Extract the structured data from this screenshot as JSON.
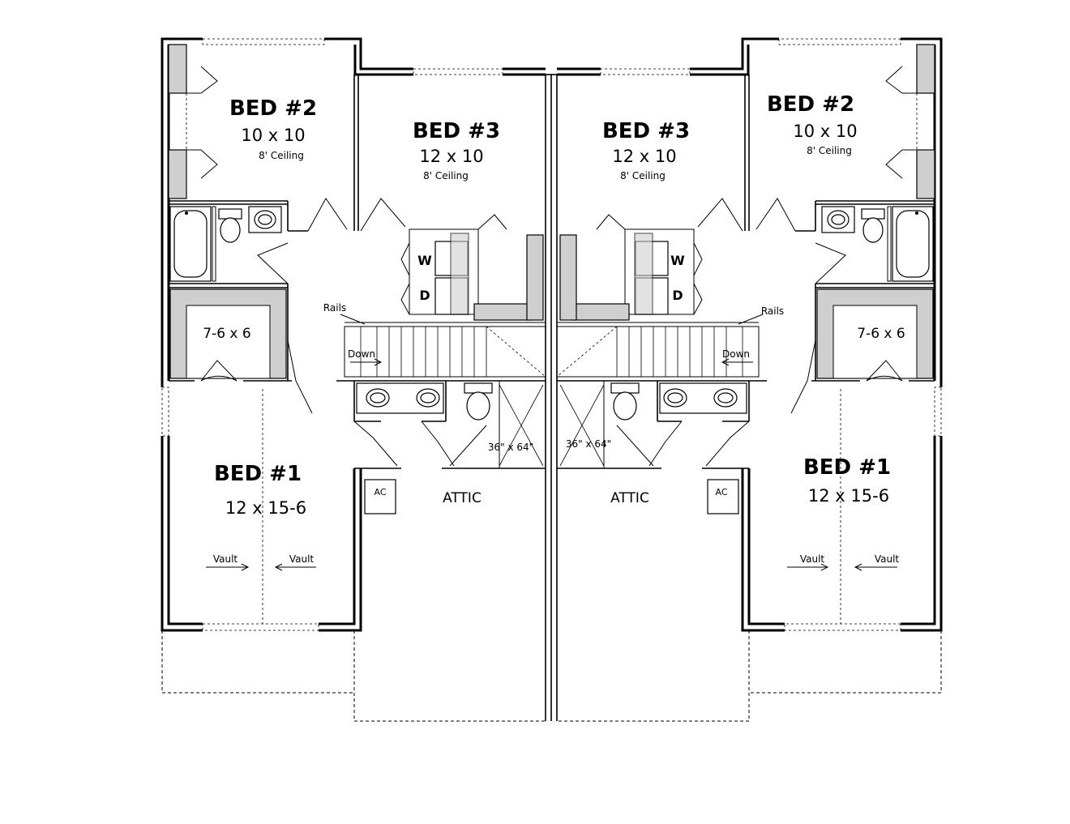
{
  "left_unit": {
    "bed2": {
      "title": "BED #2",
      "size": "10 x 10",
      "ceiling": "8' Ceiling"
    },
    "bed3": {
      "title": "BED #3",
      "size": "12 x 10",
      "ceiling": "8' Ceiling"
    },
    "bed1": {
      "title": "BED #1",
      "size": "12 x 15-6"
    },
    "closet": {
      "size": "7-6 x 6"
    },
    "laundry": {
      "washer": "W",
      "dryer": "D"
    },
    "stair": {
      "rails": "Rails",
      "down": "Down"
    },
    "shower": {
      "size": "36\" x 64\""
    },
    "attic": {
      "label": "ATTIC"
    },
    "ac": {
      "label": "AC"
    },
    "vault": {
      "left": "Vault",
      "right": "Vault"
    }
  },
  "right_unit": {
    "bed2": {
      "title": "BED #2",
      "size": "10 x 10",
      "ceiling": "8' Ceiling"
    },
    "bed3": {
      "title": "BED #3",
      "size": "12 x 10",
      "ceiling": "8' Ceiling"
    },
    "bed1": {
      "title": "BED #1",
      "size": "12 x 15-6"
    },
    "closet": {
      "size": "7-6 x 6"
    },
    "laundry": {
      "washer": "W",
      "dryer": "D"
    },
    "stair": {
      "rails": "Rails",
      "down": "Down"
    },
    "shower": {
      "size": "36\" x 64\""
    },
    "attic": {
      "label": "ATTIC"
    },
    "ac": {
      "label": "AC"
    },
    "vault": {
      "left": "Vault",
      "right": "Vault"
    }
  }
}
